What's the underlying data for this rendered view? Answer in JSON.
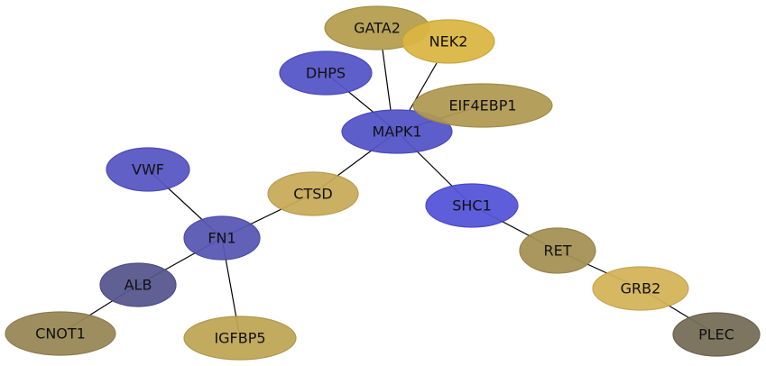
{
  "network": {
    "title": "Protein interaction network",
    "nodes": [
      {
        "id": "MAPK1",
        "label": "MAPK1",
        "fill": "#5555c8",
        "stroke": "#3f3fb8"
      },
      {
        "id": "GATA2",
        "label": "GATA2",
        "fill": "#b49e4e",
        "stroke": "#a08a3c"
      },
      {
        "id": "NEK2",
        "label": "NEK2",
        "fill": "#dab643",
        "stroke": "#c7a232"
      },
      {
        "id": "DHPS",
        "label": "DHPS",
        "fill": "#5656c8",
        "stroke": "#4040b8"
      },
      {
        "id": "EIF4EBP1",
        "label": "EIF4EBP1",
        "fill": "#b09a52",
        "stroke": "#9c8640"
      },
      {
        "id": "CTSD",
        "label": "CTSD",
        "fill": "#c8ab5a",
        "stroke": "#b59748"
      },
      {
        "id": "SHC1",
        "label": "SHC1",
        "fill": "#5555d8",
        "stroke": "#3f3fc8"
      },
      {
        "id": "VWF",
        "label": "VWF",
        "fill": "#5757c4",
        "stroke": "#4141b4"
      },
      {
        "id": "FN1",
        "label": "FN1",
        "fill": "#5858b4",
        "stroke": "#4242a4"
      },
      {
        "id": "ALB",
        "label": "ALB",
        "fill": "#57578f",
        "stroke": "#43437f"
      },
      {
        "id": "CNOT1",
        "label": "CNOT1",
        "fill": "#998856",
        "stroke": "#857444"
      },
      {
        "id": "IGFBP5",
        "label": "IGFBP5",
        "fill": "#bfa556",
        "stroke": "#ac9244"
      },
      {
        "id": "RET",
        "label": "RET",
        "fill": "#a59155",
        "stroke": "#917d43"
      },
      {
        "id": "GRB2",
        "label": "GRB2",
        "fill": "#d4b45a",
        "stroke": "#c1a048"
      },
      {
        "id": "PLEC",
        "label": "PLEC",
        "fill": "#766d58",
        "stroke": "#625946"
      }
    ],
    "edges": [
      {
        "source": "MAPK1",
        "target": "GATA2"
      },
      {
        "source": "MAPK1",
        "target": "NEK2"
      },
      {
        "source": "MAPK1",
        "target": "DHPS"
      },
      {
        "source": "MAPK1",
        "target": "EIF4EBP1"
      },
      {
        "source": "MAPK1",
        "target": "CTSD"
      },
      {
        "source": "MAPK1",
        "target": "SHC1"
      },
      {
        "source": "CTSD",
        "target": "FN1"
      },
      {
        "source": "FN1",
        "target": "VWF"
      },
      {
        "source": "FN1",
        "target": "ALB"
      },
      {
        "source": "FN1",
        "target": "IGFBP5"
      },
      {
        "source": "ALB",
        "target": "CNOT1"
      },
      {
        "source": "SHC1",
        "target": "RET"
      },
      {
        "source": "RET",
        "target": "GRB2"
      },
      {
        "source": "GRB2",
        "target": "PLEC"
      }
    ]
  }
}
